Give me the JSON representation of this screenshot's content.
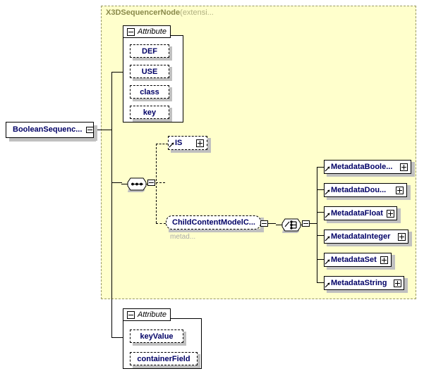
{
  "diagram": {
    "type": "xml-schema-element-diagram",
    "root_element": {
      "label": "BooleanSequenc...",
      "full_name": "BooleanSequencer"
    },
    "group": {
      "title": "X3DSequencerNode",
      "title_suffix": "(extensi...",
      "background_color": "#ffffcc",
      "border_color": "#999966"
    },
    "attribute_group_top": {
      "label": "Attribute",
      "items": [
        {
          "label": "DEF"
        },
        {
          "label": "USE"
        },
        {
          "label": "class"
        },
        {
          "label": "key"
        }
      ]
    },
    "attribute_group_bottom": {
      "label": "Attribute",
      "items": [
        {
          "label": "keyValue"
        },
        {
          "label": "containerField"
        }
      ]
    },
    "sequence_compositor": {
      "name": "sequence",
      "symbol": "dots"
    },
    "choice_compositor": {
      "name": "choice",
      "symbol": "branch"
    },
    "optional_children": [
      {
        "label": "IS",
        "expandable": true
      },
      {
        "label": "ChildContentModelC...",
        "caption": "metad...",
        "expandable": false
      }
    ],
    "choice_children": [
      {
        "label": "MetadataBoole...",
        "expandable": true
      },
      {
        "label": "MetadataDou...",
        "expandable": true
      },
      {
        "label": "MetadataFloat",
        "expandable": true
      },
      {
        "label": "MetadataInteger",
        "expandable": true
      },
      {
        "label": "MetadataSet",
        "expandable": true
      },
      {
        "label": "MetadataString",
        "expandable": true
      }
    ],
    "colors": {
      "element_text": "#000066",
      "group_title": "#8a8a4a",
      "group_fill": "#ffffcc",
      "shadow": "#c0c0c0",
      "caption": "#aaaaaa"
    }
  }
}
